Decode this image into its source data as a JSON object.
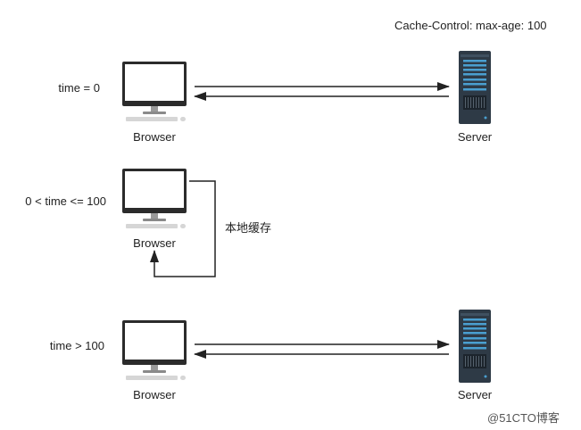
{
  "header": {
    "cache_control": "Cache-Control: max-age: 100"
  },
  "rows": [
    {
      "time_label": "time = 0",
      "browser_label": "Browser",
      "server_label": "Server"
    },
    {
      "time_label": "0 < time <= 100",
      "browser_label": "Browser",
      "cache_label": "本地缓存"
    },
    {
      "time_label": "time > 100",
      "browser_label": "Browser",
      "server_label": "Server"
    }
  ],
  "watermark": "@51CTO博客",
  "colors": {
    "line": "#222222",
    "monitor_frame": "#2b2b2b",
    "monitor_stand": "#9a9a9a",
    "keyboard": "#d6d6d6",
    "server_body": "#2e3a46",
    "server_slot": "#4a9fd0"
  },
  "icons": [
    "monitor-icon",
    "keyboard-icon",
    "mouse-icon",
    "server-icon"
  ]
}
